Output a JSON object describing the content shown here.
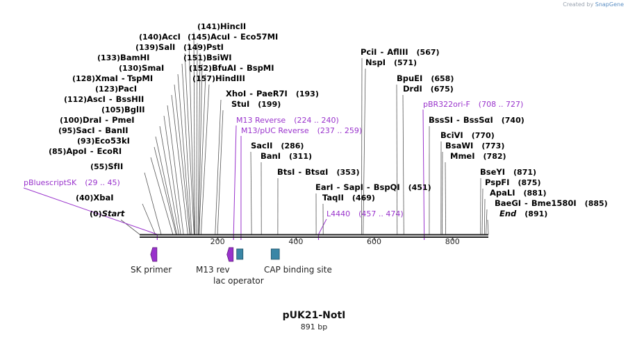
{
  "credit": {
    "prefix": "Created by",
    "brand": "SnapGene"
  },
  "plasmid": {
    "name": "pUK21-NotI",
    "length_label": "891 bp",
    "length": 891
  },
  "scale": {
    "ticks": [
      200,
      400,
      600,
      800
    ]
  },
  "sites": [
    {
      "kind": "enzyme",
      "parts": [
        "Start"
      ],
      "pos": "(0)",
      "bp": 0,
      "italic": true
    },
    {
      "kind": "enzyme",
      "parts": [
        "XbaI"
      ],
      "pos": "(40)",
      "bp": 40
    },
    {
      "kind": "primer",
      "name": "pBluescriptSK",
      "range": "(29 .. 45)",
      "bp": 45
    },
    {
      "kind": "enzyme",
      "parts": [
        "SfII"
      ],
      "pos": "(55)",
      "bp": 55
    },
    {
      "kind": "enzyme",
      "parts": [
        "ApoI",
        "EcoRI"
      ],
      "pos": "(85)",
      "bp": 85
    },
    {
      "kind": "enzyme",
      "parts": [
        "Eco53kI"
      ],
      "pos": "(93)",
      "bp": 93
    },
    {
      "kind": "enzyme",
      "parts": [
        "SacI",
        "BanII"
      ],
      "pos": "(95)",
      "bp": 95
    },
    {
      "kind": "enzyme",
      "parts": [
        "DraI",
        "PmeI"
      ],
      "pos": "(100)",
      "bp": 100
    },
    {
      "kind": "enzyme",
      "parts": [
        "BglII"
      ],
      "pos": "(105)",
      "bp": 105
    },
    {
      "kind": "enzyme",
      "parts": [
        "AscI",
        "BssHII"
      ],
      "pos": "(112)",
      "bp": 112
    },
    {
      "kind": "enzyme",
      "parts": [
        "PacI"
      ],
      "pos": "(123)",
      "bp": 123
    },
    {
      "kind": "enzyme",
      "parts": [
        "XmaI",
        "TspMI"
      ],
      "pos": "(128)",
      "bp": 128
    },
    {
      "kind": "enzyme",
      "parts": [
        "SmaI"
      ],
      "pos": "(130)",
      "bp": 130
    },
    {
      "kind": "enzyme",
      "parts": [
        "BamHI"
      ],
      "pos": "(133)",
      "bp": 133
    },
    {
      "kind": "enzyme",
      "parts": [
        "SalI"
      ],
      "pos": "(139)",
      "bp": 139
    },
    {
      "kind": "enzyme",
      "parts": [
        "AccI"
      ],
      "pos": "(140)",
      "bp": 140
    },
    {
      "kind": "enzyme",
      "parts": [
        "HincII"
      ],
      "pos": "(141)",
      "bp": 141
    },
    {
      "kind": "enzyme",
      "parts": [
        "AcuI",
        "Eco57MI"
      ],
      "pos": "(145)",
      "bp": 145
    },
    {
      "kind": "enzyme",
      "parts": [
        "PstI"
      ],
      "pos": "(149)",
      "bp": 149
    },
    {
      "kind": "enzyme",
      "parts": [
        "BsiWI"
      ],
      "pos": "(151)",
      "bp": 151
    },
    {
      "kind": "enzyme",
      "parts": [
        "BfuAI",
        "BspMI"
      ],
      "pos": "(152)",
      "bp": 152
    },
    {
      "kind": "enzyme",
      "parts": [
        "HindIII"
      ],
      "pos": "(157)",
      "bp": 157
    },
    {
      "kind": "enzyme",
      "parts": [
        "XhoI",
        "PaeR7I"
      ],
      "pos": "(193)",
      "bp": 193
    },
    {
      "kind": "enzyme",
      "parts": [
        "StuI"
      ],
      "pos": "(199)",
      "bp": 199
    },
    {
      "kind": "primer",
      "name": "M13 Reverse",
      "range": "(224 .. 240)",
      "bp": 240
    },
    {
      "kind": "primer",
      "name": "M13/pUC Reverse",
      "range": "(237 .. 259)",
      "bp": 259
    },
    {
      "kind": "enzyme",
      "parts": [
        "SacII"
      ],
      "pos": "(286)",
      "bp": 286
    },
    {
      "kind": "enzyme",
      "parts": [
        "BanI"
      ],
      "pos": "(311)",
      "bp": 311
    },
    {
      "kind": "enzyme",
      "parts": [
        "BtsI",
        "BtsαI"
      ],
      "pos": "(353)",
      "bp": 353
    },
    {
      "kind": "enzyme",
      "parts": [
        "EarI",
        "SapI",
        "BspQI"
      ],
      "pos": "(451)",
      "bp": 451
    },
    {
      "kind": "primer",
      "name": "L4440",
      "range": "(457 .. 474)",
      "bp": 457
    },
    {
      "kind": "enzyme",
      "parts": [
        "TaqII"
      ],
      "pos": "(469)",
      "bp": 469
    },
    {
      "kind": "enzyme",
      "parts": [
        "PciI",
        "AflIII"
      ],
      "pos": "(567)",
      "bp": 567
    },
    {
      "kind": "enzyme",
      "parts": [
        "NspI"
      ],
      "pos": "(571)",
      "bp": 571
    },
    {
      "kind": "enzyme",
      "parts": [
        "BpuEI"
      ],
      "pos": "(658)",
      "bp": 658
    },
    {
      "kind": "enzyme",
      "parts": [
        "DrdI"
      ],
      "pos": "(675)",
      "bp": 675
    },
    {
      "kind": "primer",
      "name": "pBR322ori-F",
      "range": "(708 .. 727)",
      "bp": 727
    },
    {
      "kind": "enzyme",
      "parts": [
        "BssSI",
        "BssSαI"
      ],
      "pos": "(740)",
      "bp": 740
    },
    {
      "kind": "enzyme",
      "parts": [
        "BciVI"
      ],
      "pos": "(770)",
      "bp": 770
    },
    {
      "kind": "enzyme",
      "parts": [
        "BsaWI"
      ],
      "pos": "(773)",
      "bp": 773
    },
    {
      "kind": "enzyme",
      "parts": [
        "MmeI"
      ],
      "pos": "(782)",
      "bp": 782
    },
    {
      "kind": "enzyme",
      "parts": [
        "BseYI"
      ],
      "pos": "(871)",
      "bp": 871
    },
    {
      "kind": "enzyme",
      "parts": [
        "PspFI"
      ],
      "pos": "(875)",
      "bp": 875
    },
    {
      "kind": "enzyme",
      "parts": [
        "ApaLI"
      ],
      "pos": "(881)",
      "bp": 881
    },
    {
      "kind": "enzyme",
      "parts": [
        "BaeGI",
        "Bme1580I"
      ],
      "pos": "(885)",
      "bp": 885
    },
    {
      "kind": "enzyme",
      "parts": [
        "End"
      ],
      "pos": "(891)",
      "bp": 891,
      "italic": true
    }
  ],
  "features": [
    {
      "label": "SK primer",
      "type": "primer-arrow",
      "direction": "reverse",
      "start": 29,
      "end": 45
    },
    {
      "label": "M13 rev",
      "type": "primer-arrow",
      "direction": "reverse",
      "start": 224,
      "end": 240
    },
    {
      "label": "lac operator",
      "type": "box",
      "start": 248,
      "end": 264
    },
    {
      "label": "CAP binding site",
      "type": "box",
      "start": 336,
      "end": 357
    }
  ],
  "colors": {
    "primer": "#9932cc",
    "feature_box": "#3a86a6",
    "line": "#222222",
    "leader": "#555555"
  }
}
